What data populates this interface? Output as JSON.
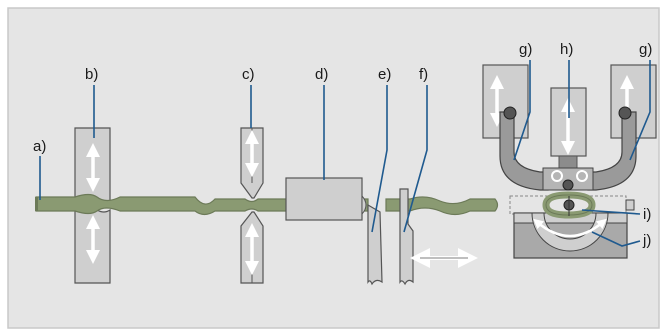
{
  "labels": {
    "a": "a)",
    "b": "b)",
    "c": "c)",
    "d": "d)",
    "e": "e)",
    "f": "f)",
    "g_left": "g)",
    "h": "h)",
    "g_right": "g)",
    "i": "i)",
    "j": "j)"
  },
  "colors": {
    "background": "#e5e5e5",
    "border": "#c8c8c8",
    "tool": "#cfcfcf",
    "tool_dark": "#a9a9a9",
    "wire": "#8a9a72",
    "wire_dark": "#6c7a58",
    "leader": "#1f5a8f",
    "arrow": "#ffffff"
  }
}
